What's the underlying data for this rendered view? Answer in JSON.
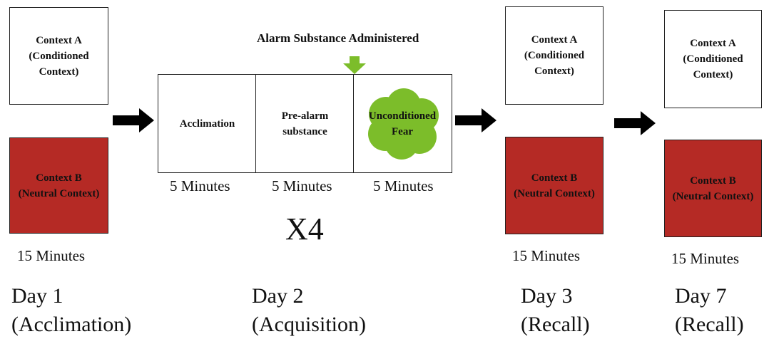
{
  "day1": {
    "context_a": [
      "Context A",
      "(Conditioned",
      "Context)"
    ],
    "context_b": [
      "Context B",
      "(Neutral Context)"
    ],
    "duration": "15 Minutes",
    "day": "Day 1",
    "phase": "(Acclimation)"
  },
  "day2": {
    "alarm_label": "Alarm Substance Administered",
    "phases": [
      {
        "label": [
          "Acclimation"
        ],
        "duration": "5 Minutes"
      },
      {
        "label": [
          "Pre-alarm",
          "substance"
        ],
        "duration": "5 Minutes"
      },
      {
        "label": [
          "Unconditioned",
          "Fear"
        ],
        "duration": "5 Minutes"
      }
    ],
    "repeat": "X4",
    "day": "Day 2",
    "phase": "(Acquisition)"
  },
  "day3": {
    "context_a": [
      "Context A",
      "(Conditioned",
      "Context)"
    ],
    "context_b": [
      "Context B",
      "(Neutral Context)"
    ],
    "duration": "15 Minutes",
    "day": "Day 3",
    "phase": "(Recall)"
  },
  "day7": {
    "context_a": [
      "Context A",
      "(Conditioned",
      "Context)"
    ],
    "context_b": [
      "Context B",
      "(Neutral Context)"
    ],
    "duration": "15 Minutes",
    "day": "Day 7",
    "phase": "(Recall)"
  },
  "colors": {
    "context_b_fill": "#b52a25",
    "fear_cloud": "#7cbd2a",
    "alarm_arrow": "#7cbd2a",
    "flow_arrow": "#000000"
  }
}
